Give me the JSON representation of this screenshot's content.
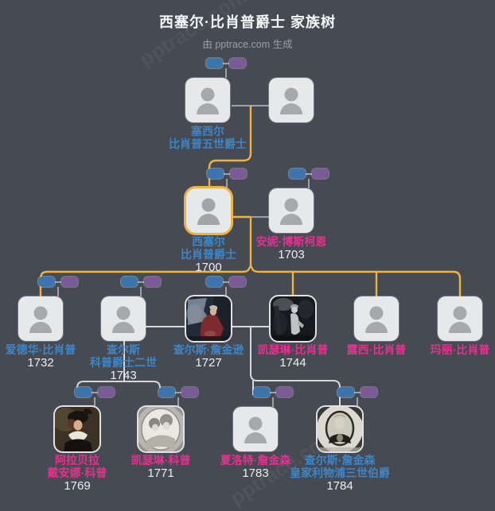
{
  "header": {
    "title": "西塞尔·比肖普爵士 家族树",
    "subtitle": "由 pptrace.com 生成",
    "watermark": "pptrace.com"
  },
  "colors": {
    "background": "#454a53",
    "male_text": "#3d86c8",
    "female_text": "#e8308e",
    "year_text": "#edeff1",
    "highlight_gold": "#eeb43f",
    "pill_blue": "#3c74ae",
    "pill_purple": "#7b5b97",
    "couple_line": "#9ba1a8",
    "descent_line": "#d6d8da"
  },
  "people": {
    "cecil_sr": {
      "line1": "塞西尔",
      "line2": "比肖普五世爵士"
    },
    "cecil_sr_spouse": {},
    "cecil": {
      "line1": "西塞尔",
      "line2": "比肖普爵士",
      "year": "1700"
    },
    "anne": {
      "line1": "安妮·博斯柯恩",
      "year": "1703"
    },
    "edward": {
      "line1": "爱德华·比肖普",
      "year": "1732"
    },
    "charles_cope": {
      "line1": "查尔斯",
      "line2": "科普爵士二世",
      "year": "1743"
    },
    "charles_jenkinson": {
      "line1": "查尔斯·詹金逊",
      "year": "1727"
    },
    "catherine_bishopp": {
      "line1": "凯瑟琳·比肖普",
      "year": "1744"
    },
    "lucy": {
      "line1": "露西·比肖普"
    },
    "mary": {
      "line1": "玛丽·比肖普"
    },
    "arabella": {
      "line1": "阿拉贝拉",
      "line2": "戴安娜·科普",
      "year": "1769"
    },
    "catherine_cope": {
      "line1": "凯瑟琳·科普",
      "year": "1771"
    },
    "charlotte": {
      "line1": "夏洛特·詹金森",
      "year": "1783"
    },
    "charles_jenkinson_3rd": {
      "line1": "查尔斯·詹金森",
      "line2": "皇家利物浦三世伯爵",
      "year": "1784"
    }
  }
}
